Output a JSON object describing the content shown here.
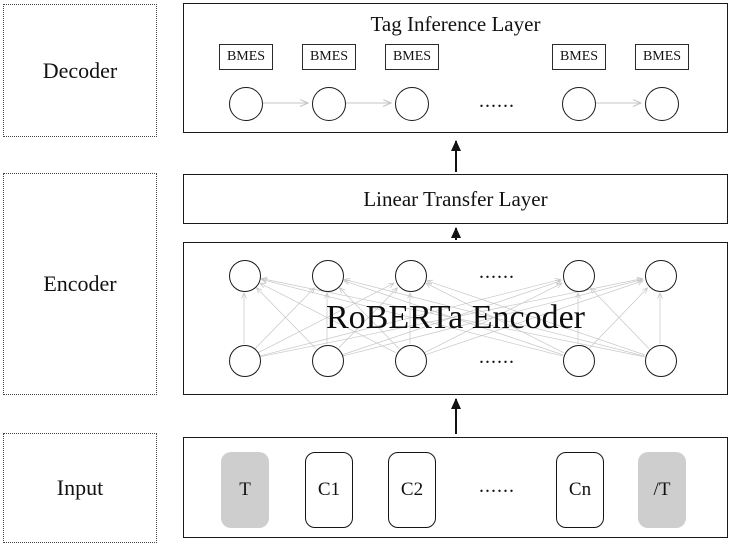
{
  "labels": {
    "decoder": "Decoder",
    "encoder": "Encoder",
    "input": "Input"
  },
  "tag_layer": {
    "title": "Tag Inference Layer",
    "tags": [
      "BMES",
      "BMES",
      "BMES",
      "BMES",
      "BMES"
    ],
    "ellipsis": "......"
  },
  "linear_layer": {
    "title": "Linear Transfer Layer"
  },
  "roberta_layer": {
    "title": "RoBERTa Encoder",
    "ellipsis_top": "......",
    "ellipsis_bottom": "......"
  },
  "input_layer": {
    "tokens": [
      {
        "label": "T",
        "highlighted": true
      },
      {
        "label": "C1",
        "highlighted": false
      },
      {
        "label": "C2",
        "highlighted": false
      },
      {
        "label": "Cn",
        "highlighted": false
      },
      {
        "label": "/T",
        "highlighted": true
      }
    ],
    "ellipsis": "......"
  },
  "colors": {
    "highlight_gray": "#cecece",
    "connection_gray": "#c6c6c6",
    "arrow_black": "#121212"
  }
}
